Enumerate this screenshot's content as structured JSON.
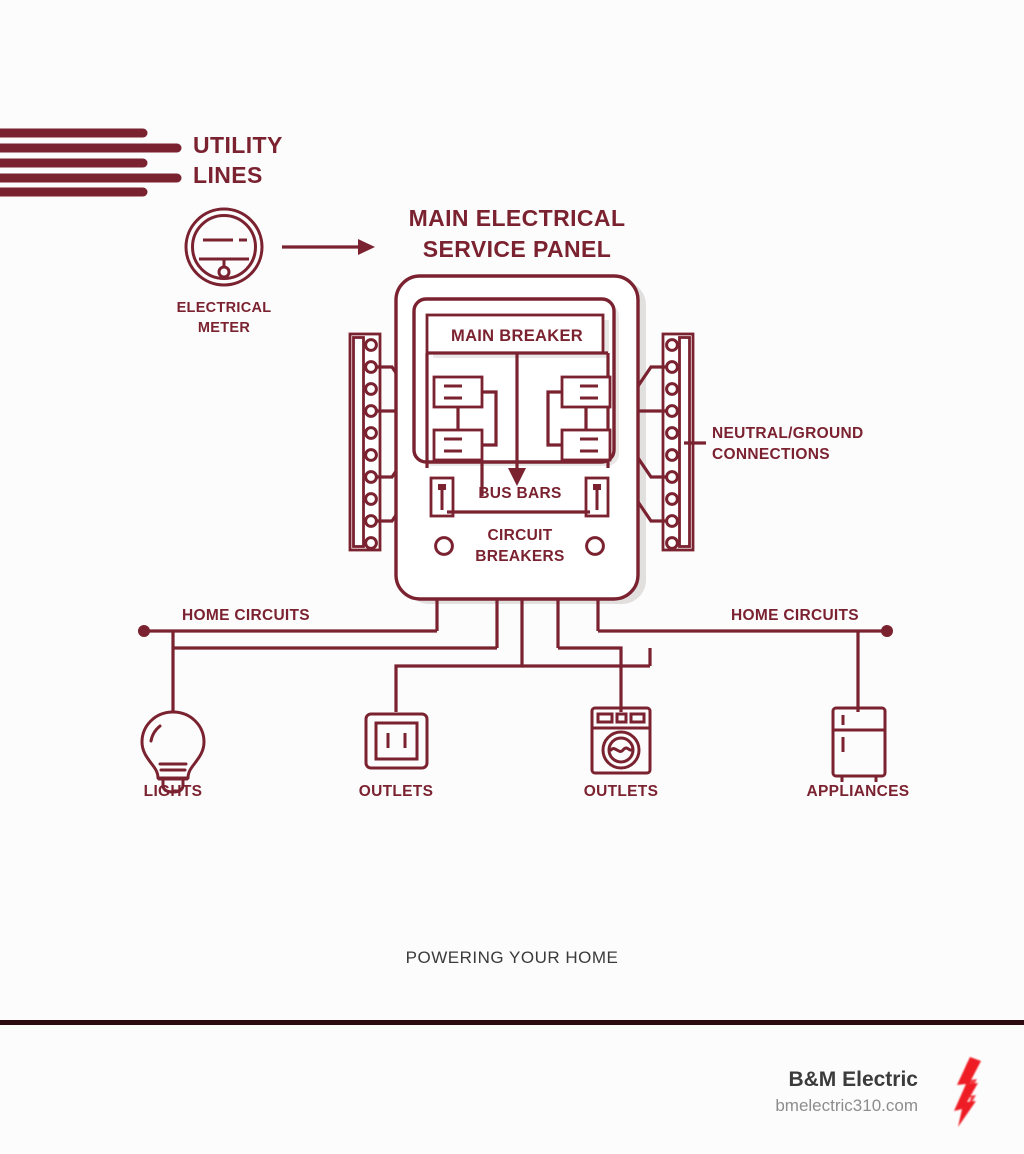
{
  "diagram": {
    "title": "MAIN ELECTRICAL SERVICE PANEL",
    "title_line_1": "MAIN ELECTRICAL",
    "title_line_2": "SERVICE PANEL",
    "utility_lines_label_1": "UTILITY",
    "utility_lines_label_2": "LINES",
    "meter_label_1": "ELECTRICAL",
    "meter_label_2": "METER",
    "main_breaker_label": "MAIN BREAKER",
    "bus_bars_label": "BUS BARS",
    "circuit_breakers_label_1": "CIRCUIT",
    "circuit_breakers_label_2": "BREAKERS",
    "neutral_ground_label_1": "NEUTRAL/GROUND",
    "neutral_ground_label_2": "CONNECTIONS",
    "home_circuits_left_label": "HOME CIRCUITS",
    "home_circuits_right_label": "HOME CIRCUITS",
    "tagline": "POWERING YOUR HOME",
    "loads": [
      {
        "id": "lights",
        "label": "LIGHTS",
        "icon": "lightbulb-icon"
      },
      {
        "id": "outlets-left",
        "label": "OUTLETS",
        "icon": "outlet-icon"
      },
      {
        "id": "outlets-right",
        "label": "OUTLETS",
        "icon": "washing-machine-icon"
      },
      {
        "id": "appliances",
        "label": "APPLIANCES",
        "icon": "refrigerator-icon"
      }
    ],
    "bus_bar_left_terminals": 10,
    "bus_bar_right_terminals": 10,
    "utility_line_count": 5
  },
  "footer": {
    "brand_name": "B&M Electric",
    "website": "bmelectric310.com",
    "logo": "lightning-bolt-icon"
  },
  "colors": {
    "primary": "#7b2230",
    "background": "#fdfcfc",
    "divider": "#2b0a10",
    "tagline_text": "#3a3a3a",
    "brand_name_text": "#3b3b3b",
    "website_text": "#8d8d8d",
    "logo_red": "#ee1c25",
    "shadow": "#d8d5d5"
  }
}
